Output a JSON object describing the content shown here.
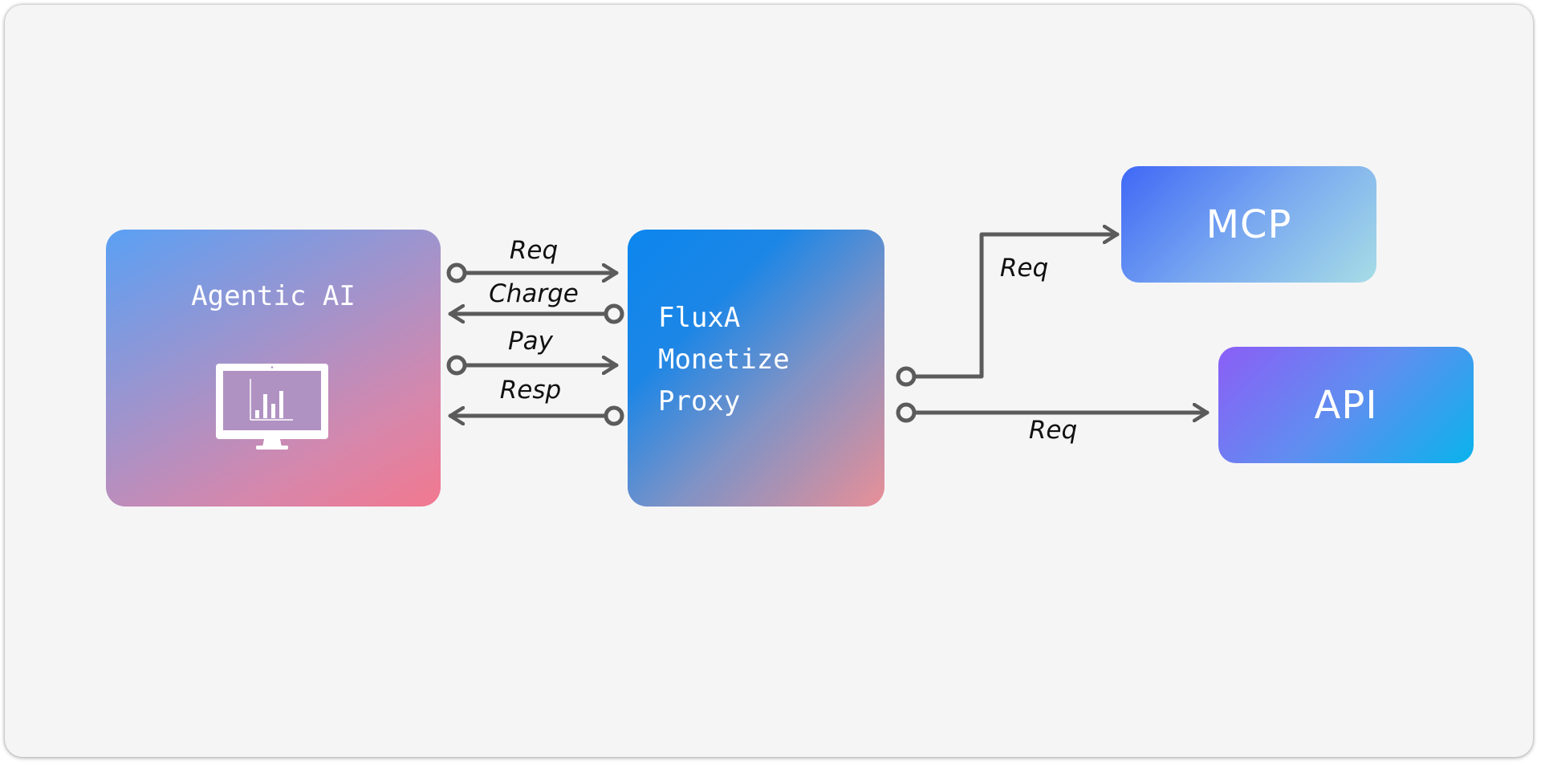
{
  "nodes": {
    "agentic": {
      "label": "Agentic AI",
      "icon": "monitor-chart-icon"
    },
    "proxy": {
      "lines": [
        "FluxA",
        "Monetize",
        "Proxy"
      ]
    },
    "mcp": {
      "label": "MCP"
    },
    "api": {
      "label": "API"
    }
  },
  "edges": {
    "req": "Req",
    "charge": "Charge",
    "pay": "Pay",
    "resp": "Resp",
    "req_mcp": "Req",
    "req_api": "Req"
  },
  "colors": {
    "arrow": "#5b5b5b",
    "background": "#f5f5f6",
    "text": "#ffffff"
  }
}
